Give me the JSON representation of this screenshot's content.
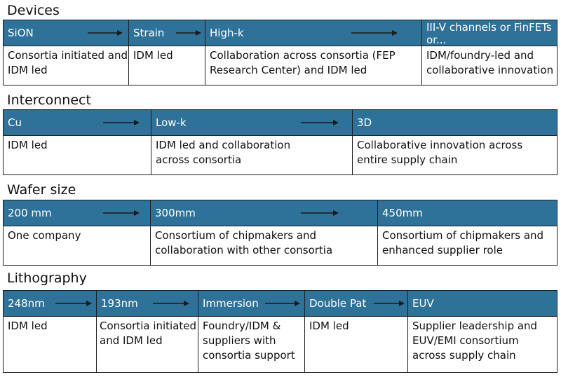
{
  "sections": [
    {
      "title": "Devices",
      "headers": [
        "SiON",
        "Strain",
        "High-k",
        "III-V channels or FinFETs or..."
      ],
      "cells": [
        "Consortia initiated and IDM led",
        "IDM led",
        "Collaboration across consortia (FEP Research Center) and IDM led",
        "IDM/foundry-led and collaborative innovation"
      ]
    },
    {
      "title": "Interconnect",
      "headers": [
        "Cu",
        "Low-k",
        "3D"
      ],
      "cells": [
        "IDM led",
        "IDM led and collaboration across consortia",
        "Collaborative innovation across entire supply chain"
      ]
    },
    {
      "title": "Wafer size",
      "headers": [
        "200 mm",
        "300mm",
        "450mm"
      ],
      "cells": [
        "One company",
        "Consortium of chipmakers and collaboration with other consortia",
        "Consortium of chipmakers and enhanced supplier role"
      ]
    },
    {
      "title": "Lithography",
      "headers": [
        "248nm",
        "193nm",
        "Immersion",
        "Double Pat",
        "EUV"
      ],
      "cells": [
        "IDM led",
        "Consortia initiated and IDM led",
        "Foundry/IDM & suppliers with consortia support",
        "IDM led",
        "Supplier leadership and EUV/EMI consortium across supply chain"
      ]
    }
  ],
  "colors": {
    "header_bg": "#2e7199",
    "header_text": "#ffffff",
    "border": "#1e1e1e"
  }
}
